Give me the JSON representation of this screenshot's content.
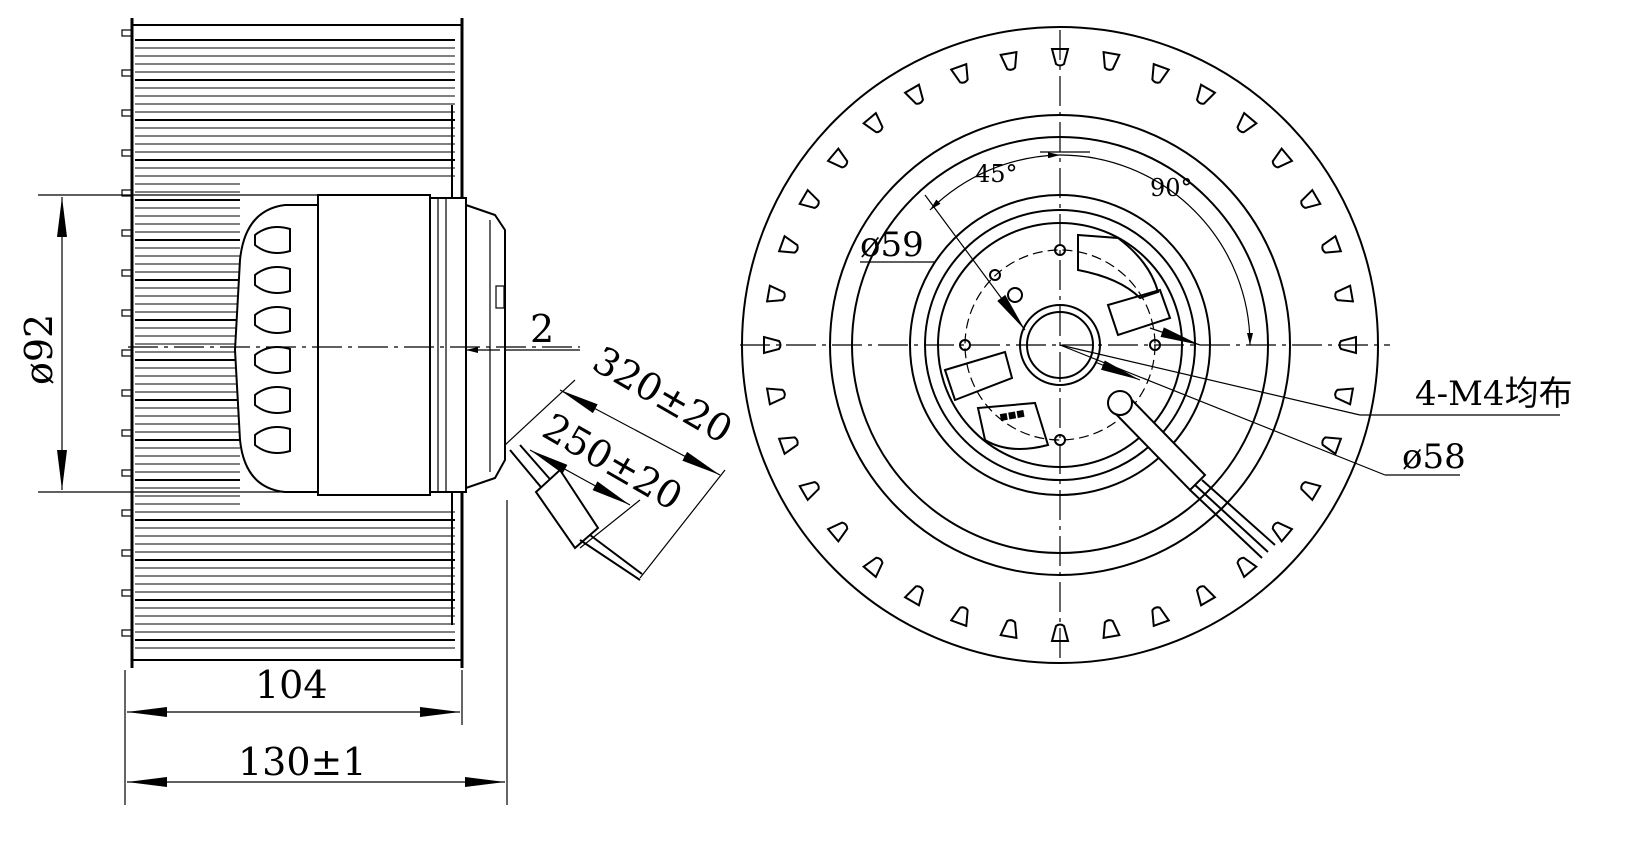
{
  "dimensions": {
    "diameter_92": "ø92",
    "gap_2": "2",
    "lead_320": "320±20",
    "lead_250": "250±20",
    "width_104": "104",
    "width_130": "130±1",
    "angle_45": "45°",
    "angle_90": "90°",
    "diameter_59": "ø59",
    "holes": "4-M4均布",
    "diameter_58": "ø58"
  },
  "colors": {
    "line": "#000000",
    "paper": "#ffffff"
  }
}
